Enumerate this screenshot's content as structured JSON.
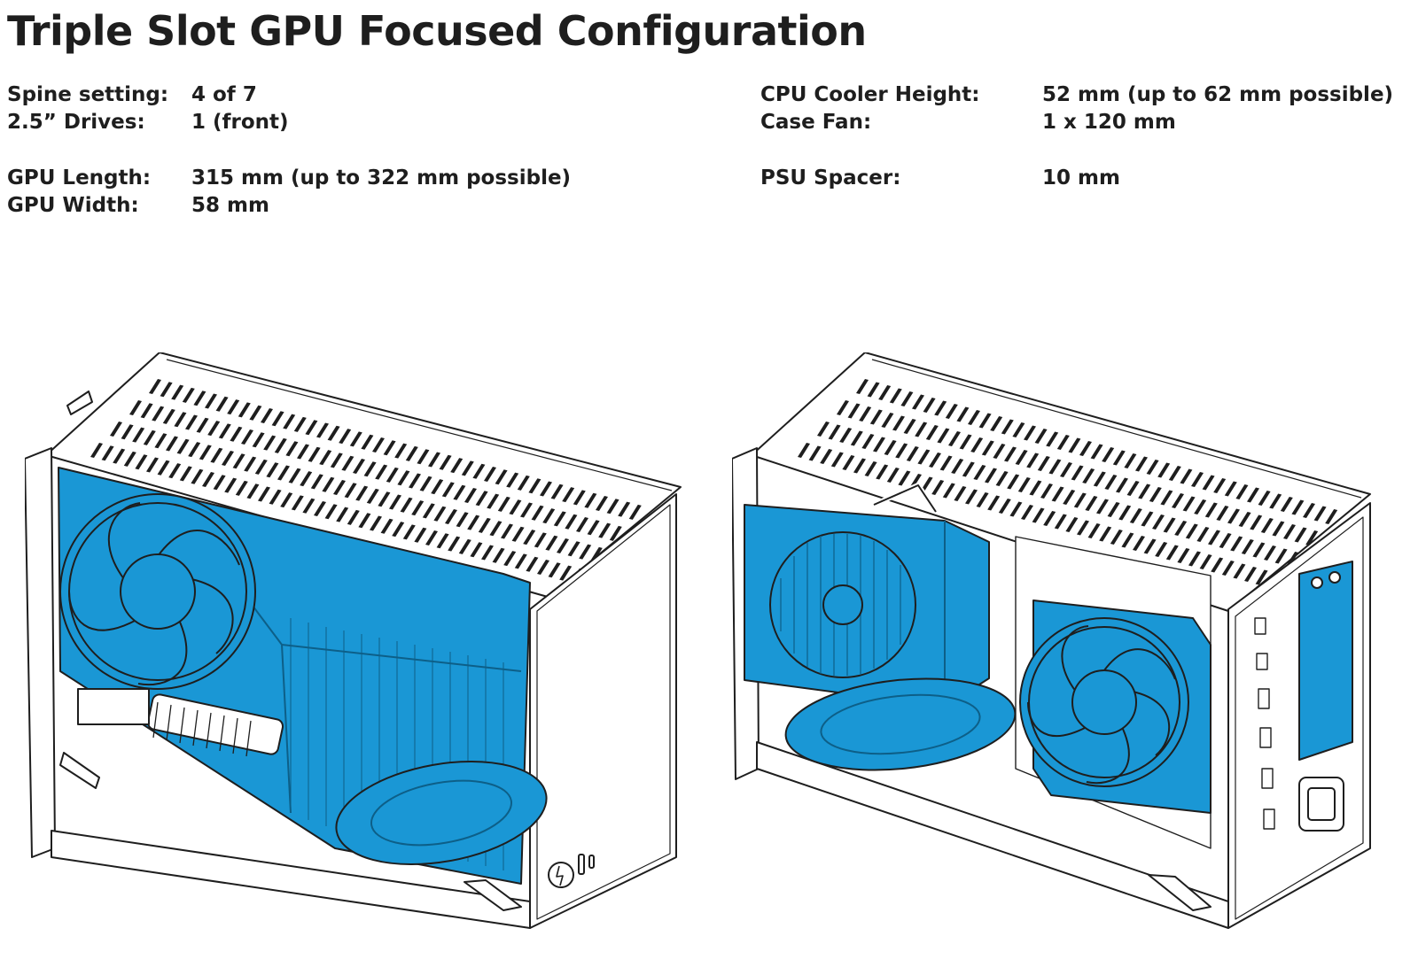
{
  "page": {
    "title": "Triple Slot GPU Focused Configuration"
  },
  "specs_left": [
    {
      "label": "Spine setting:",
      "value": "4 of 7"
    },
    {
      "label": "2.5” Drives:",
      "value": "1 (front)"
    },
    {
      "label": "GPU Length:",
      "value": "315 mm (up to 322 mm possible)"
    },
    {
      "label": "GPU Width:",
      "value": "58 mm"
    }
  ],
  "specs_right": [
    {
      "label": "CPU Cooler Height:",
      "value": "52 mm (up to 62 mm possible)"
    },
    {
      "label": "Case Fan:",
      "value": "1 x 120 mm"
    },
    {
      "label": "PSU Spacer:",
      "value": "10 mm"
    }
  ],
  "colors": {
    "highlight": "#1a97d5",
    "outline": "#1e1e1e",
    "background": "#ffffff"
  }
}
